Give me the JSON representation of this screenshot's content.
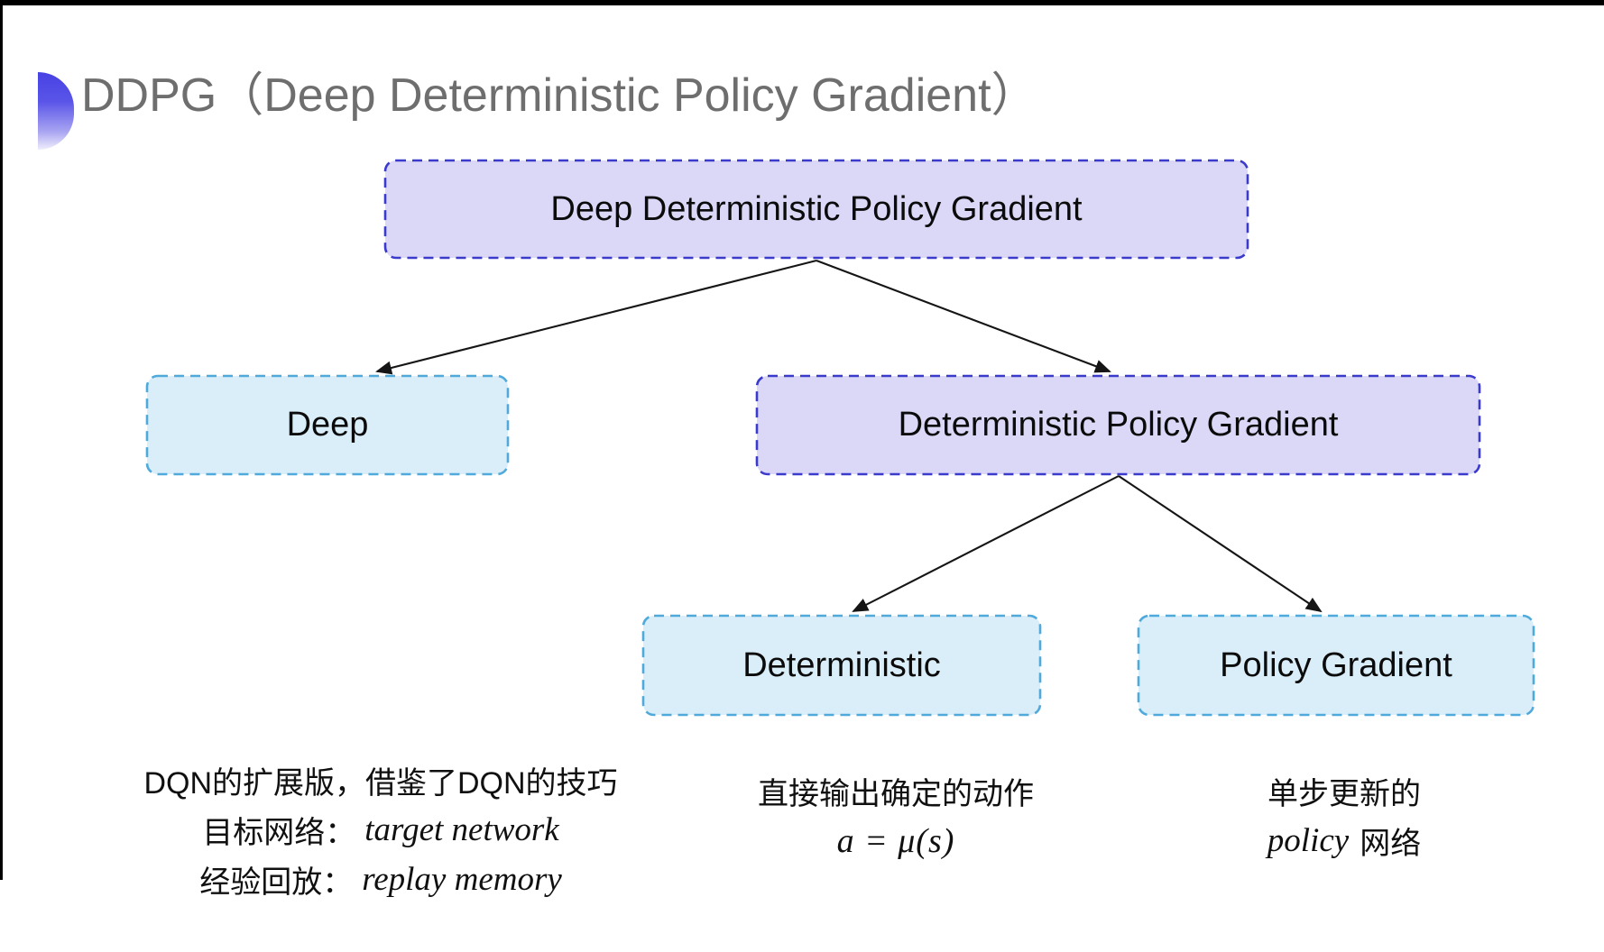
{
  "frame": {
    "top_bar_color": "#000000",
    "left_bar_color": "#000000"
  },
  "title": {
    "text": "DDPG（Deep Deterministic Policy Gradient）",
    "color": "#6e6e6e",
    "bullet_gradient_top": "#4741e4",
    "bullet_gradient_bottom": "#efedfc"
  },
  "tree": {
    "colors": {
      "purple_fill": "#dbd8f7",
      "purple_border": "#3a3acc",
      "cyan_fill": "#daeefa",
      "cyan_border": "#4faadb",
      "arrow": "#151515",
      "node_text": "#0b0b0b"
    },
    "root": {
      "label": "Deep Deterministic Policy Gradient"
    },
    "deep": {
      "label": "Deep"
    },
    "dpg": {
      "label": "Deterministic Policy Gradient"
    },
    "deterministic": {
      "label": "Deterministic"
    },
    "policy_gradient": {
      "label": "Policy Gradient"
    }
  },
  "notes": {
    "deep": {
      "line1": "DQN的扩展版，借鉴了DQN的技巧",
      "line2_label": "目标网络：",
      "line2_value": "target network",
      "line3_label": "经验回放：",
      "line3_value": "replay memory"
    },
    "deterministic": {
      "line1": "直接输出确定的动作",
      "formula": "a = μ(s)"
    },
    "policy_gradient": {
      "line1": "单步更新的",
      "line2_en": "policy",
      "line2_zh": "网络"
    }
  }
}
